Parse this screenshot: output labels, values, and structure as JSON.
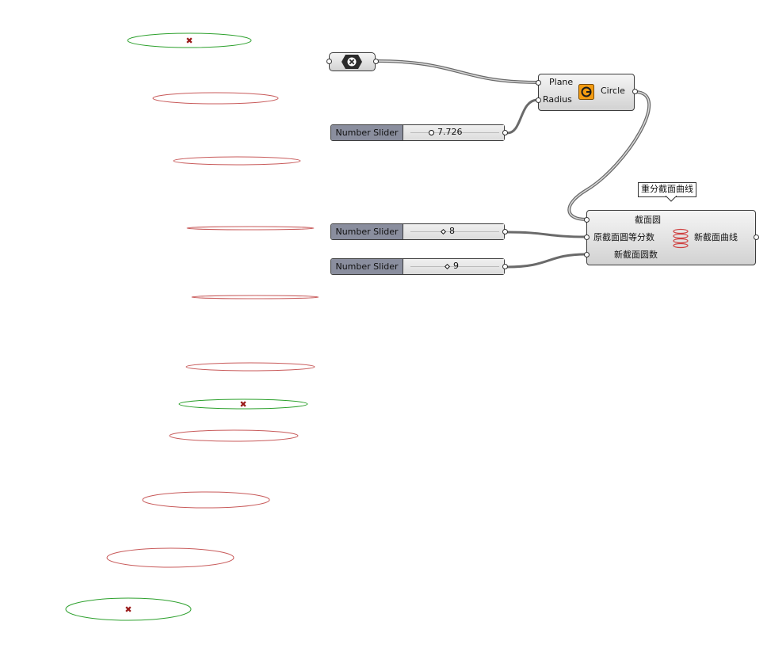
{
  "viewport": {
    "curve_colors": {
      "section": "#c85a5a",
      "original": "#2ca02c",
      "marker": "#9b1c1c",
      "wire": "#707070"
    }
  },
  "point_node": {
    "icon": "x-hex-icon"
  },
  "circle_node": {
    "inputs": [
      "Plane",
      "Radius"
    ],
    "output": "Circle",
    "icon": "circle-component-icon"
  },
  "sliders": [
    {
      "name": "Number Slider",
      "value": "7.726",
      "knob": "circle"
    },
    {
      "name": "Number Slider",
      "value": "8",
      "knob": "diamond"
    },
    {
      "name": "Number Slider",
      "value": "9",
      "knob": "diamond"
    }
  ],
  "cluster": {
    "tooltip": "重分截面曲线",
    "inputs": [
      "截面圆",
      "原截面圆等分数",
      "新截面圆数"
    ],
    "output": "新截面曲线",
    "icon": "spring-coil-icon"
  }
}
